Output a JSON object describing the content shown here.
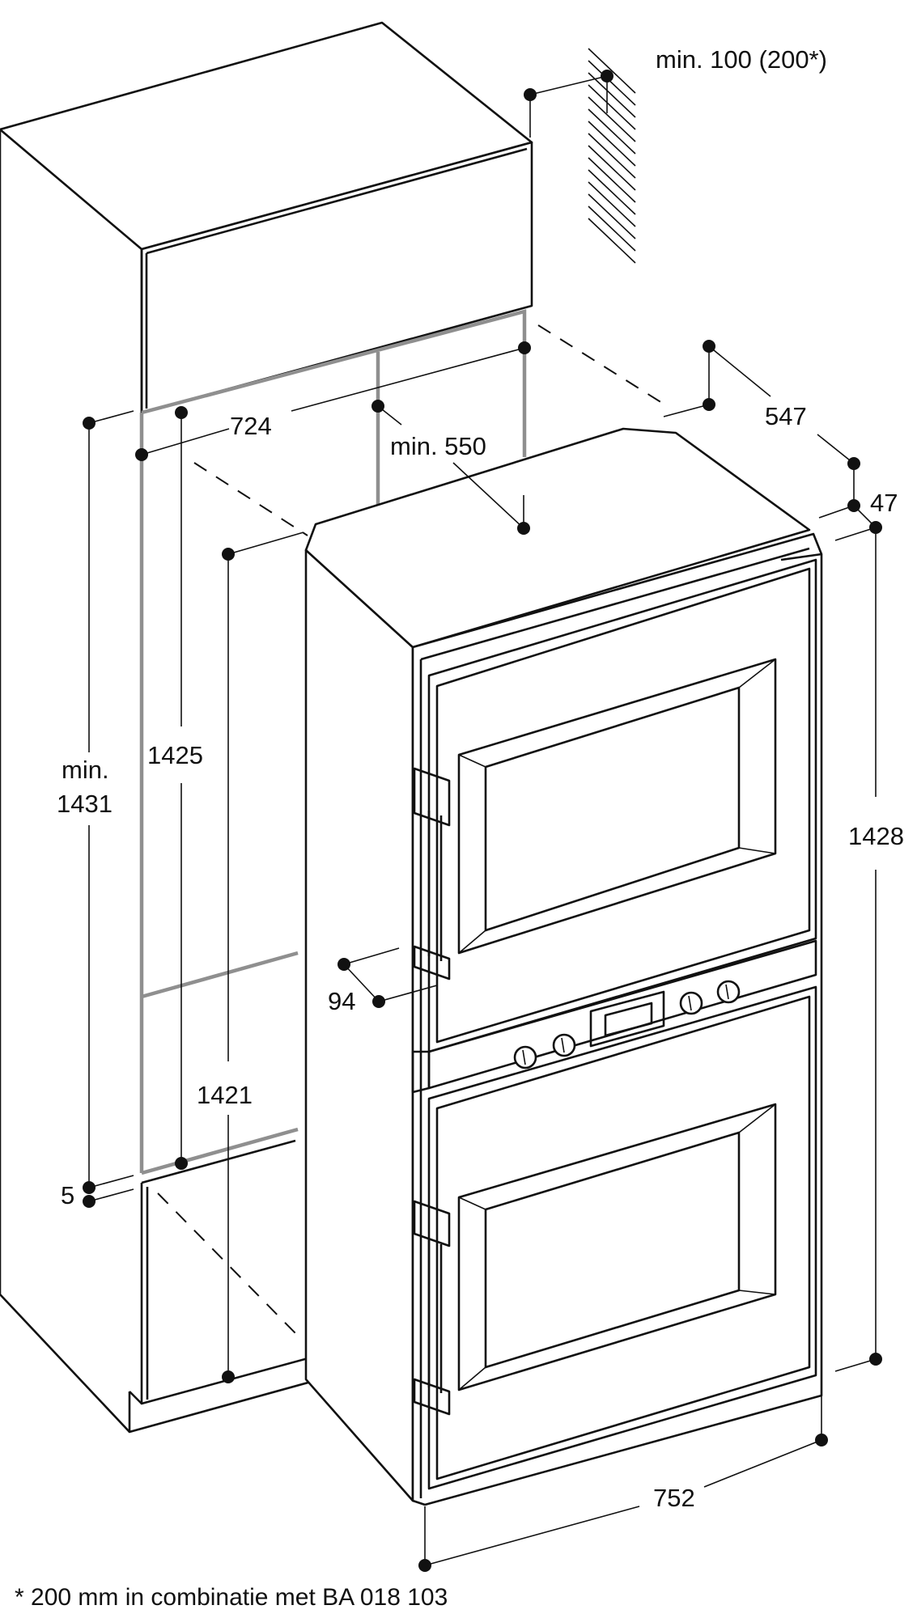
{
  "dimensions": {
    "top_clearance": "min. 100 (200*)",
    "depth_547": "547",
    "depth_47": "47",
    "height_1428": "1428",
    "width_724": "724",
    "min_550": "min. 550",
    "min_label": "min.",
    "min_1431": "1431",
    "height_1425": "1425",
    "height_1421": "1421",
    "offset_94": "94",
    "offset_5": "5",
    "width_752": "752"
  },
  "footnote": "* 200 mm in combinatie met BA 018 103",
  "colors": {
    "line": "#111111",
    "niche_outline": "#8f8f8f",
    "background": "#ffffff"
  }
}
